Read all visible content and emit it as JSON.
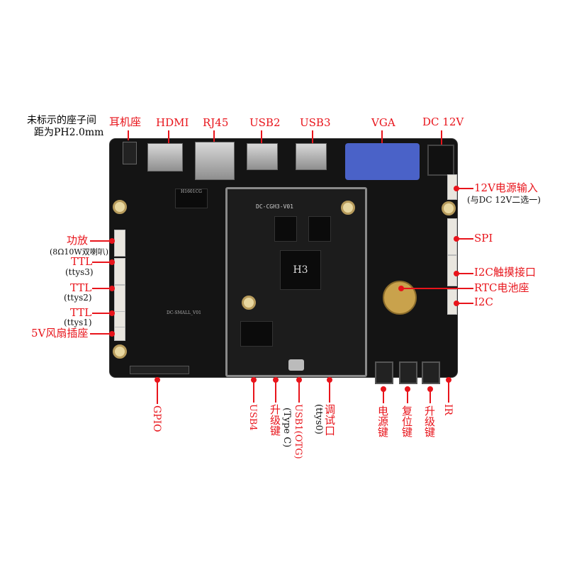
{
  "note": {
    "line1": "未标示的座子间",
    "line2": "距为PH2.0mm"
  },
  "top_labels": [
    "耳机座",
    "HDMI",
    "RJ45",
    "USB2",
    "USB3",
    "VGA",
    "DC 12V"
  ],
  "left_labels": {
    "amp": "功放",
    "amp_sub": "(8Ω10W双喇叭)",
    "ttl3": "TTL",
    "ttl3_sub": "(ttys3)",
    "ttl2": "TTL",
    "ttl2_sub": "(ttys2)",
    "ttl1": "TTL",
    "ttl1_sub": "(ttys1)",
    "fan": "5V风扇插座"
  },
  "right_labels": {
    "power_in": "12V电源输入",
    "power_in_sub": "(与DC 12V二选一)",
    "spi": "SPI",
    "i2c_touch": "I2C触摸接口",
    "rtc": "RTC电池座",
    "i2c": "I2C"
  },
  "bottom_labels": {
    "gpio": "GPIO",
    "usb4": "USB4",
    "upgrade1": "升级键",
    "usb1": "USB1(OTG)",
    "usb1_sub": "(Type C)",
    "debug": "调试口",
    "debug_sub": "(ttys0)",
    "power_key": "电源键",
    "reset_key": "复位键",
    "upgrade2": "升级键",
    "ir": "IR"
  },
  "board_text": {
    "core": "DC-CGH3-V01",
    "soc": "H3",
    "rj45_chip": "H1601CG",
    "board_name": "DC-SMALL_V01"
  },
  "colors": {
    "accent": "#e8141b",
    "board": "#141414"
  }
}
